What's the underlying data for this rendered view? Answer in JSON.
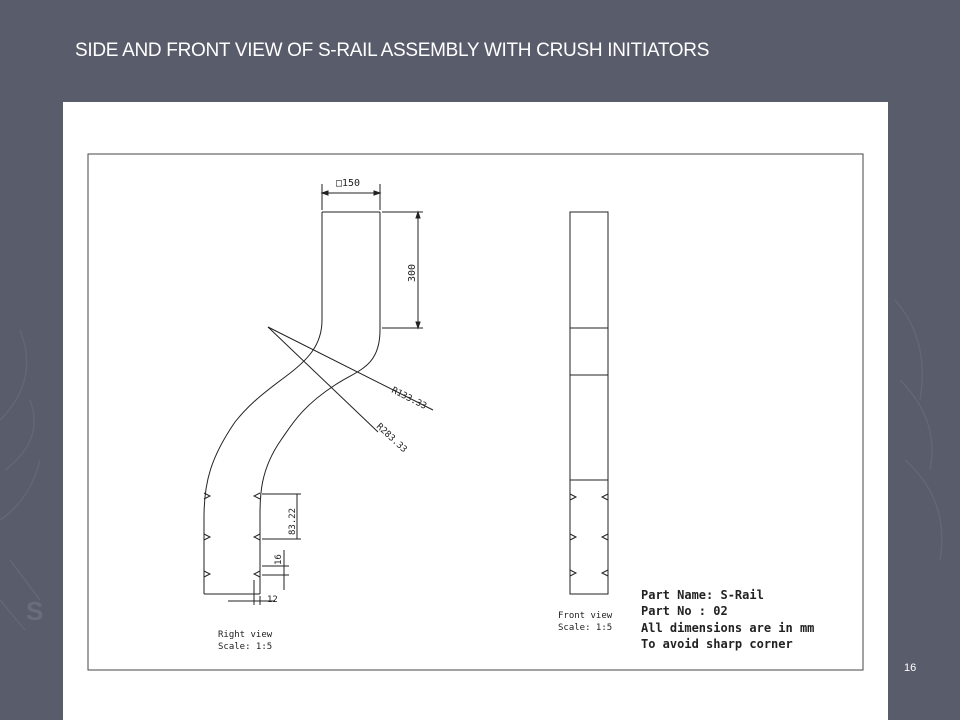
{
  "slide": {
    "title": "SIDE AND FRONT VIEW OF S-RAIL ASSEMBLY WITH CRUSH INITIATORS",
    "page_number": "16",
    "background_color": "#595c6b"
  },
  "drawing": {
    "dimensions": {
      "section": "□150",
      "height": "300",
      "radius_inner": "R133.33",
      "radius_outer": "R283.33",
      "spacing": "83.22",
      "initiator_depth": "16",
      "initiator_width": "12"
    },
    "right_view": {
      "label": "Right view",
      "scale": "Scale:  1:5"
    },
    "front_view": {
      "label": "Front view",
      "scale": "Scale:  1:5"
    },
    "notes": [
      "Part Name: S-Rail",
      "Part No  : 02",
      "All dimensions are in mm",
      "To avoid sharp corner"
    ]
  }
}
